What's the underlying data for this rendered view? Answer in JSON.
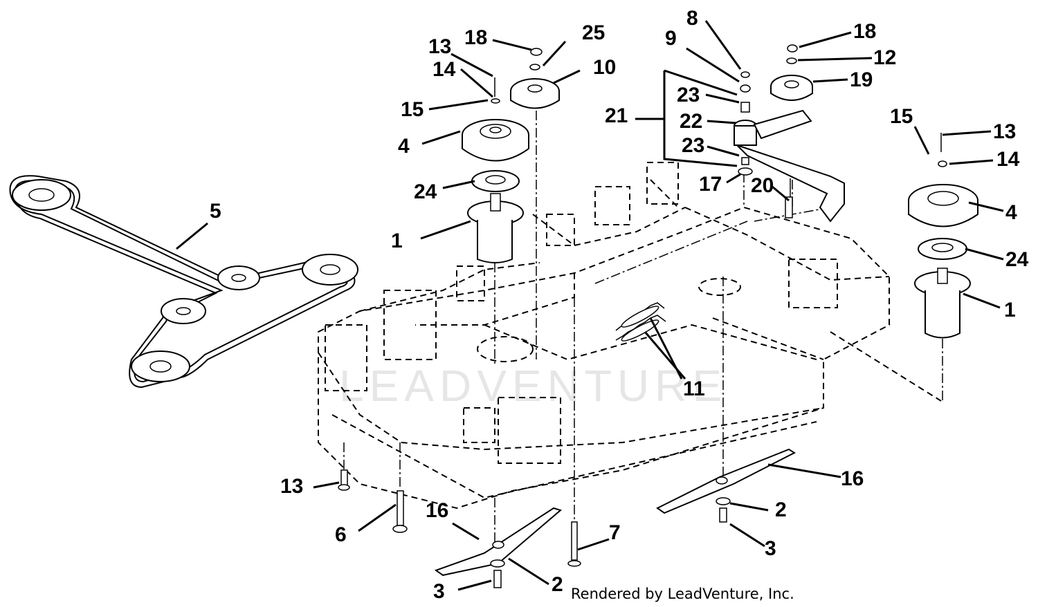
{
  "callouts": [
    {
      "id": "c1",
      "label": "18"
    },
    {
      "id": "c2",
      "label": "25"
    },
    {
      "id": "c3",
      "label": "13"
    },
    {
      "id": "c4",
      "label": "14"
    },
    {
      "id": "c5",
      "label": "10"
    },
    {
      "id": "c6",
      "label": "15"
    },
    {
      "id": "c7",
      "label": "4"
    },
    {
      "id": "c8",
      "label": "24"
    },
    {
      "id": "c9",
      "label": "1"
    },
    {
      "id": "c10",
      "label": "5"
    },
    {
      "id": "c11",
      "label": "8"
    },
    {
      "id": "c12",
      "label": "9"
    },
    {
      "id": "c13",
      "label": "23"
    },
    {
      "id": "c14",
      "label": "21"
    },
    {
      "id": "c15",
      "label": "22"
    },
    {
      "id": "c16",
      "label": "23"
    },
    {
      "id": "c17",
      "label": "17"
    },
    {
      "id": "c18",
      "label": "20"
    },
    {
      "id": "c19",
      "label": "18"
    },
    {
      "id": "c20",
      "label": "12"
    },
    {
      "id": "c21",
      "label": "19"
    },
    {
      "id": "c22",
      "label": "15"
    },
    {
      "id": "c23",
      "label": "13"
    },
    {
      "id": "c24",
      "label": "14"
    },
    {
      "id": "c25",
      "label": "4"
    },
    {
      "id": "c26",
      "label": "24"
    },
    {
      "id": "c27",
      "label": "1"
    },
    {
      "id": "c28",
      "label": "11"
    },
    {
      "id": "c29",
      "label": "16"
    },
    {
      "id": "c30",
      "label": "2"
    },
    {
      "id": "c31",
      "label": "3"
    },
    {
      "id": "c32",
      "label": "13"
    },
    {
      "id": "c33",
      "label": "6"
    },
    {
      "id": "c34",
      "label": "7"
    },
    {
      "id": "c35",
      "label": "16"
    },
    {
      "id": "c36",
      "label": "2"
    },
    {
      "id": "c37",
      "label": "3"
    }
  ],
  "credit": "Rendered by LeadVenture, Inc.",
  "watermark": "LEADVENTURE"
}
